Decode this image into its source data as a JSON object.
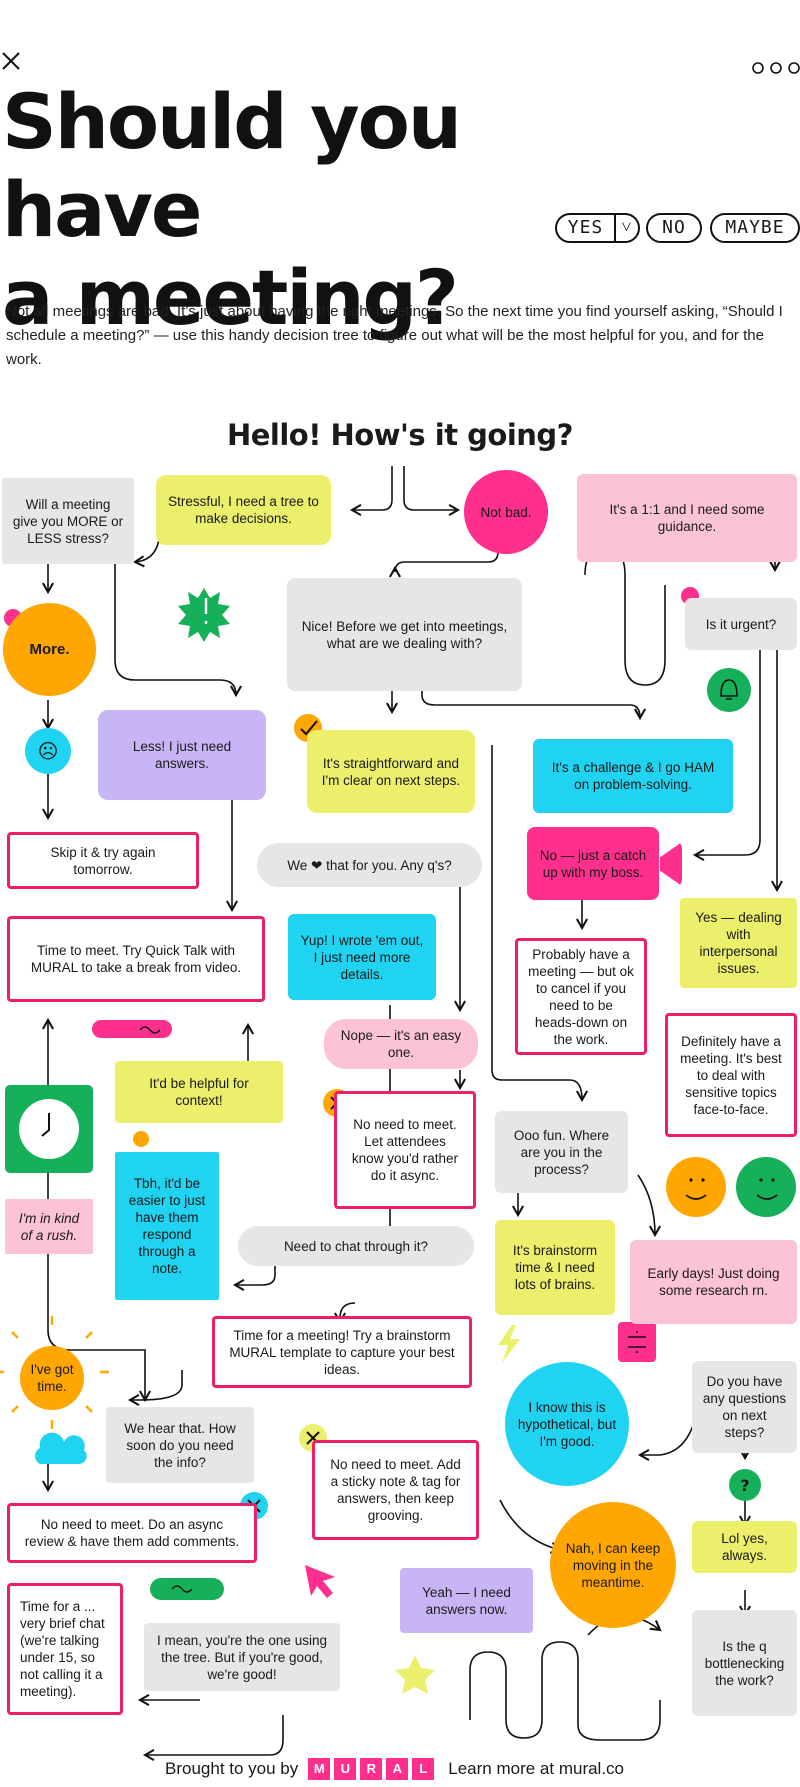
{
  "header": {
    "close_icon": "close-icon",
    "more_icon": "more-dots-icon",
    "title_line1": "Should you have",
    "title_line2": "a meeting?",
    "yes": "YES",
    "yes_chevron": "˅",
    "no": "NO",
    "maybe": "MAYBE"
  },
  "intro": "Not all meetings are bad. It’s just about having the right meetings. So the next time you find yourself asking, “Should I schedule a meeting?” — use this handy decision tree to figure out what will be the most helpful for you, and for the work.",
  "hello": "Hello! How's it going?",
  "nodes": {
    "will_meeting": "Will a meeting give you MORE or LESS stress?",
    "stressful": "Stressful, I need a tree to make decisions.",
    "not_bad": "Not bad.",
    "one_on_one": "It's a 1:1 and I need some guidance.",
    "more": "More.",
    "nice": "Nice! Before we get into meetings, what are we dealing with?",
    "urgent": "Is it urgent?",
    "less": "Less! I just need answers.",
    "straightforward": "It's straightforward and I'm clear on next steps.",
    "challenge": "It's a challenge & I go HAM on problem-solving.",
    "skip": "Skip it & try again tomorrow.",
    "we_love": "We ❤ that for you. Any q's?",
    "catch_up": "No — just a catch up with my boss.",
    "yes_interpersonal": "Yes — dealing with interpersonal issues.",
    "time_to_meet": "Time to meet. Try Quick Talk with MURAL to take a break from video.",
    "yup": "Yup! I wrote 'em out, I just need more details.",
    "probably": "Probably have a meeting — but ok to cancel if you need to be heads-down on the work.",
    "definitely": "Definitely have a meeting. It's best to deal with sensitive topics face-to-face.",
    "nope": "Nope — it's an easy one.",
    "helpful": "It'd be helpful for context!",
    "no_need_async": "No need to meet. Let attendees know you'd rather do it async.",
    "ooo_fun": "Ooo fun. Where are you in the process?",
    "in_a_rush": "I'm in kind of a rush.",
    "tbh": "Tbh, it'd be easier to just have them respond through a note.",
    "chat_through": "Need to chat through it?",
    "brainstorm": "It's brainstorm time & I need lots of brains.",
    "early_days": "Early days! Just doing some research rn.",
    "time_for_meeting": "Time for a meeting! Try a brainstorm MURAL template to capture your best ideas.",
    "got_time": "I've got time.",
    "hypothetical": "I know this is hypothetical, but I'm good.",
    "questions": "Do you have any questions on next steps?",
    "we_hear": "We hear that. How soon do you need the info?",
    "sticky": "No need to meet. Add a sticky note & tag for answers, then keep grooving.",
    "lol": "Lol yes, always.",
    "async_review": "No need to meet. Do an async review & have them add comments.",
    "nah": "Nah, I can keep moving in the meantime.",
    "brief_chat": "Time for a ... very brief chat (we're talking under 15, so not calling it a meeting).",
    "answers_now": "Yeah — I need answers now.",
    "youre_the_one": "I mean, you're the one using the tree. But if you're good, we're good!",
    "bottleneck": "Is the q bottlenecking the work?"
  },
  "footer": {
    "brought": "Brought to you by",
    "letters": [
      "M",
      "U",
      "R",
      "A",
      "L"
    ],
    "learn": "Learn more at mural.co"
  },
  "colors": {
    "pink": "#ff2f8e",
    "yellow": "#ecef6b",
    "cyan": "#1fd3f1",
    "purple": "#c7b5f5",
    "orange": "#ffa600",
    "green": "#17b05a",
    "gray": "#e6e6e6"
  }
}
